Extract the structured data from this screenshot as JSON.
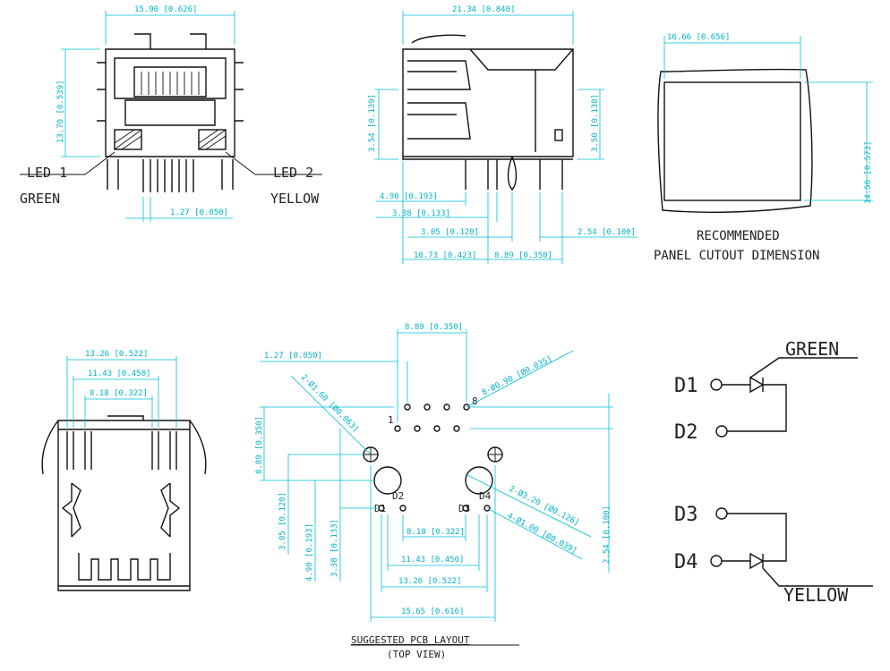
{
  "front_view": {
    "width_dim": "15.90 [0.626]",
    "height_dim": "13.70 [0.539]",
    "pitch_dim": "1.27 [0.050]",
    "led1_label": "LED 1",
    "led1_color": "GREEN",
    "led2_label": "LED 2",
    "led2_color": "YELLOW"
  },
  "side_view": {
    "depth_dim": "21.34 [0.840]",
    "left_height_dim": "3.54 [0.139]",
    "right_height_dim": "3.50 [0.138]",
    "dims_below": [
      "4.90 [0.193]",
      "3.38 [0.133]",
      "3.05 [0.120]",
      "10.73 [0.423]",
      "8.89 [0.350]",
      "2.54 [0.100]"
    ]
  },
  "panel_cutout": {
    "width_dim": "16.66 [0.656]",
    "height_dim": "14.56 [0.573]",
    "title_line1": "RECOMMENDED",
    "title_line2": "PANEL CUTOUT DIMENSION"
  },
  "bottom_view": {
    "dims": [
      "13.26 [0.522]",
      "11.43 [0.450]",
      "8.18 [0.322]"
    ]
  },
  "pcb_layout": {
    "top_dims": [
      "8.89 [0.350]",
      "1.27 [0.050]"
    ],
    "callouts": [
      "8-Ø0.90 [Ø0.035]",
      "2-Ø1.60 [Ø0.063]",
      "2-Ø3.20 [Ø0.126]",
      "4-Ø1.00 [Ø0.039]"
    ],
    "left_dims": [
      "8.89 [0.350]",
      "3.05 [0.120]",
      "4.90 [0.193]",
      "3.38 [0.133]"
    ],
    "right_dim": "2.54 [0.100]",
    "bottom_dims": [
      "8.18 [0.322]",
      "11.43 [0.450]",
      "13.26 [0.522]",
      "15.65 [0.616]"
    ],
    "pin1": "1",
    "pin8": "8",
    "pad_labels": [
      "D1",
      "D2",
      "D3",
      "D4"
    ],
    "caption_line1": "SUGGESTED PCB LAYOUT",
    "caption_line2": "(TOP VIEW)"
  },
  "schematic": {
    "green_label": "GREEN",
    "yellow_label": "YELLOW",
    "pins": [
      "D1",
      "D2",
      "D3",
      "D4"
    ]
  },
  "colors": {
    "dimension_lines": "#00c0d8",
    "outline": "#111111",
    "text": "#222222"
  }
}
